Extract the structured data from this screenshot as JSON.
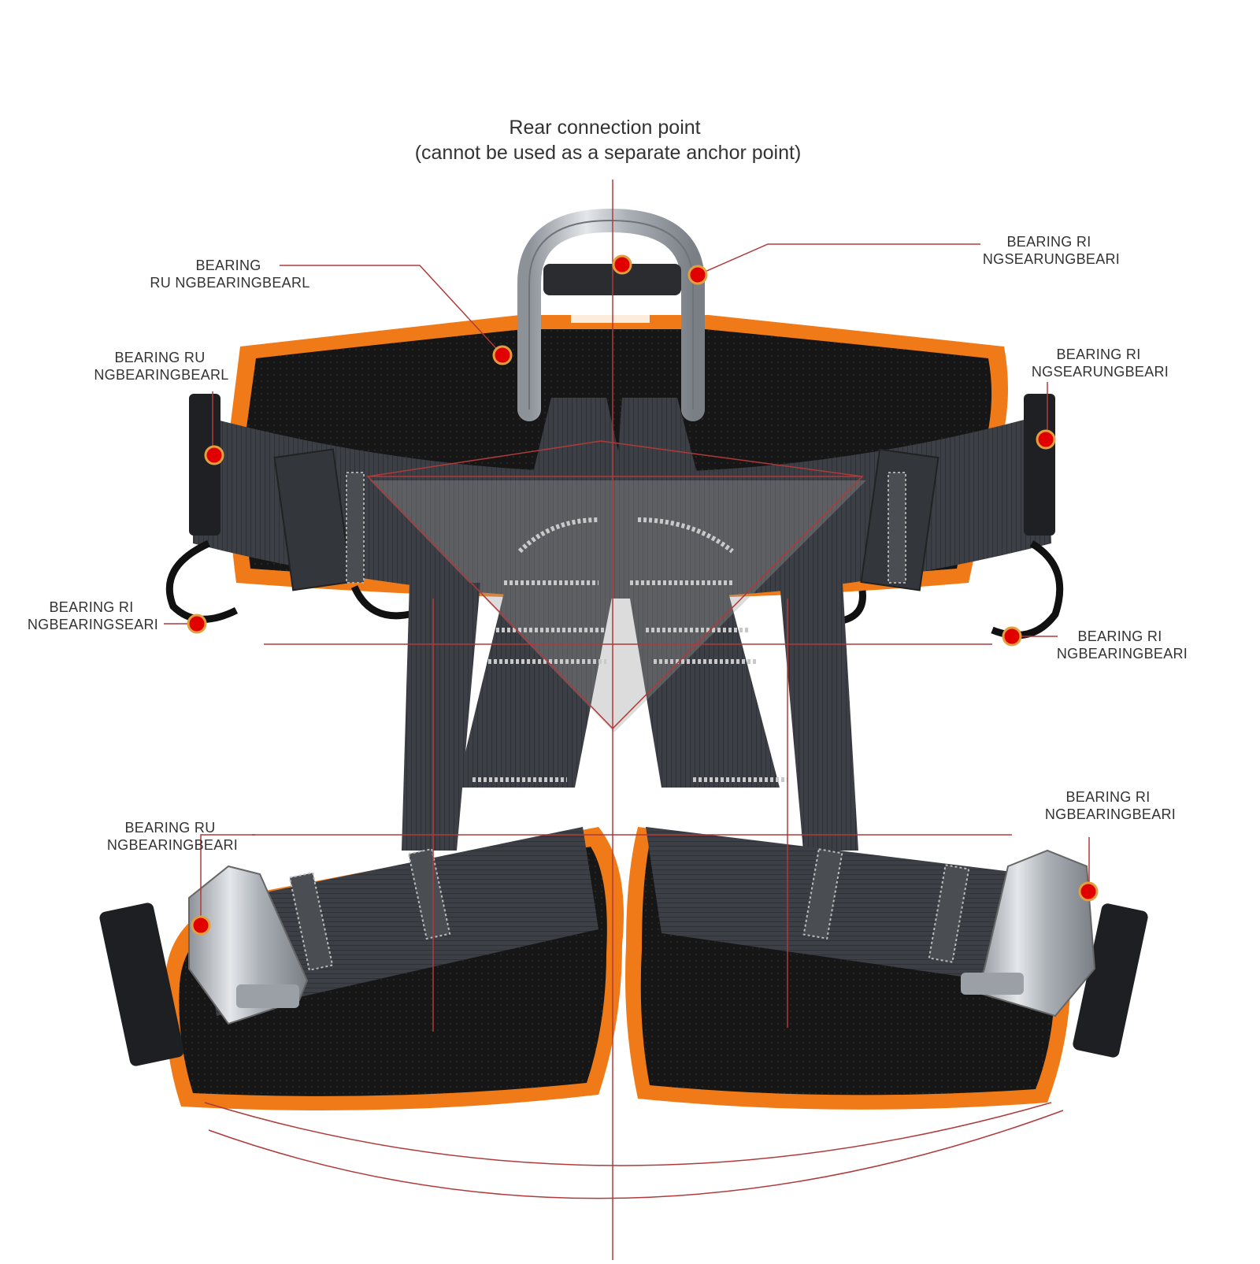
{
  "title": {
    "line1": "Rear connection point",
    "line2": "(cannot be used as a separate anchor point)"
  },
  "labels": {
    "upper_left_back": {
      "line1": "BEARING",
      "line2": "RU NGBEARINGBEARL"
    },
    "left_hip": {
      "line1": "BEARING RU",
      "line2": "NGBEARINGBEARL"
    },
    "left_gear_loop": {
      "line1": "BEARING RI",
      "line2": "NGBEARINGSEARI"
    },
    "left_leg_buckle": {
      "line1": "BEARING RU",
      "line2": "NGBEARINGBEARI"
    },
    "upper_right_ring": {
      "line1": "BEARING RI",
      "line2": "NGSEARUNGBEARI"
    },
    "right_hip": {
      "line1": "BEARING RI",
      "line2": "NGSEARUNGBEARI"
    },
    "right_gear_loop": {
      "line1": "BEARING RI",
      "line2": "NGBEARINGBEARI"
    },
    "right_leg_buckle": {
      "line1": "BEARING RI",
      "line2": "NGBEARINGBEARI"
    }
  },
  "colors": {
    "annotation_line": "#b03a3a",
    "marker_fill": "#e00000",
    "marker_ring": "#e0a040",
    "webbing": "#3c3f45",
    "padding": "#141414",
    "trim": "#f07a18",
    "metal": "#b9bec4"
  },
  "icons": {
    "marker": "red-dot-marker",
    "d_ring": "d-ring-icon",
    "buckle": "buckle-icon"
  }
}
